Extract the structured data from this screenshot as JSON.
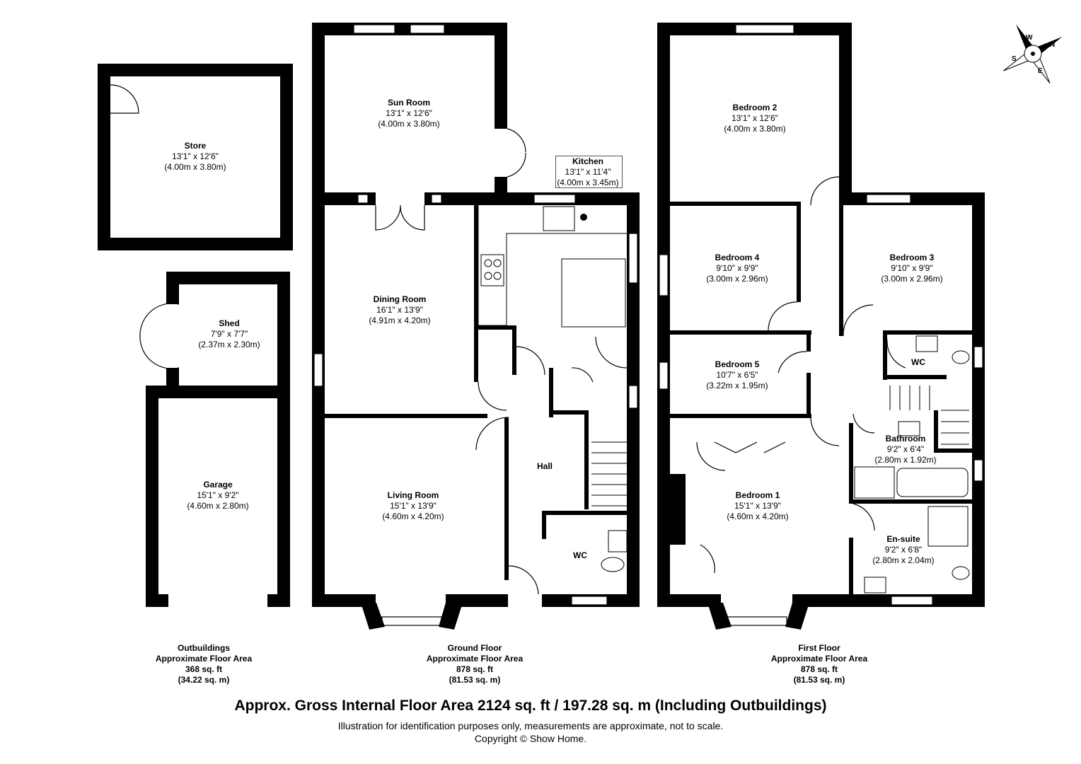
{
  "rooms": {
    "store": {
      "name": "Store",
      "imperial": "13'1\" x 12'6\"",
      "metric": "(4.00m x 3.80m)"
    },
    "shed": {
      "name": "Shed",
      "imperial": "7'9\" x 7'7\"",
      "metric": "(2.37m x 2.30m)"
    },
    "garage": {
      "name": "Garage",
      "imperial": "15'1\" x 9'2\"",
      "metric": "(4.60m x 2.80m)"
    },
    "sun_room": {
      "name": "Sun Room",
      "imperial": "13'1\" x 12'6\"",
      "metric": "(4.00m x 3.80m)"
    },
    "kitchen": {
      "name": "Kitchen",
      "imperial": "13'1\" x 11'4\"",
      "metric": "(4.00m x 3.45m)"
    },
    "dining": {
      "name": "Dining Room",
      "imperial": "16'1\" x 13'9\"",
      "metric": "(4.91m x 4.20m)"
    },
    "living": {
      "name": "Living Room",
      "imperial": "15'1\" x 13'9\"",
      "metric": "(4.60m x 4.20m)"
    },
    "hall": {
      "name": "Hall"
    },
    "wc_ground": {
      "name": "WC"
    },
    "bedroom2": {
      "name": "Bedroom 2",
      "imperial": "13'1\" x 12'6\"",
      "metric": "(4.00m x 3.80m)"
    },
    "bedroom4": {
      "name": "Bedroom 4",
      "imperial": "9'10\" x 9'9\"",
      "metric": "(3.00m x 2.96m)"
    },
    "bedroom3": {
      "name": "Bedroom 3",
      "imperial": "9'10\" x 9'9\"",
      "metric": "(3.00m x 2.96m)"
    },
    "bedroom5": {
      "name": "Bedroom 5",
      "imperial": "10'7\" x 6'5\"",
      "metric": "(3.22m x 1.95m)"
    },
    "bedroom1": {
      "name": "Bedroom 1",
      "imperial": "15'1\" x 13'9\"",
      "metric": "(4.60m x 4.20m)"
    },
    "wc_first": {
      "name": "WC"
    },
    "bathroom": {
      "name": "Bathroom",
      "imperial": "9'2\" x 6'4\"",
      "metric": "(2.80m x 1.92m)"
    },
    "ensuite": {
      "name": "En-suite",
      "imperial": "9'2\" x 6'8\"",
      "metric": "(2.80m x 2.04m)"
    }
  },
  "floor_areas": {
    "outbuildings": {
      "line1": "Outbuildings",
      "line2": "Approximate Floor Area",
      "line3": "368 sq. ft",
      "line4": "(34.22 sq. m)"
    },
    "ground": {
      "line1": "Ground Floor",
      "line2": "Approximate Floor Area",
      "line3": "878 sq. ft",
      "line4": "(81.53 sq. m)"
    },
    "first": {
      "line1": "First Floor",
      "line2": "Approximate Floor Area",
      "line3": "878 sq. ft",
      "line4": "(81.53 sq. m)"
    }
  },
  "footer": {
    "gross": "Approx. Gross Internal Floor Area 2124 sq. ft / 197.28 sq. m (Including Outbuildings)",
    "disclaimer": "Illustration for identification purposes only, measurements are approximate, not to scale.",
    "copyright": "Copyright © Show Home."
  },
  "compass": {
    "n": "N",
    "e": "E",
    "s": "S",
    "w": "W"
  },
  "colors": {
    "wall": "#000000",
    "window": "#ffffff",
    "background": "#ffffff"
  }
}
